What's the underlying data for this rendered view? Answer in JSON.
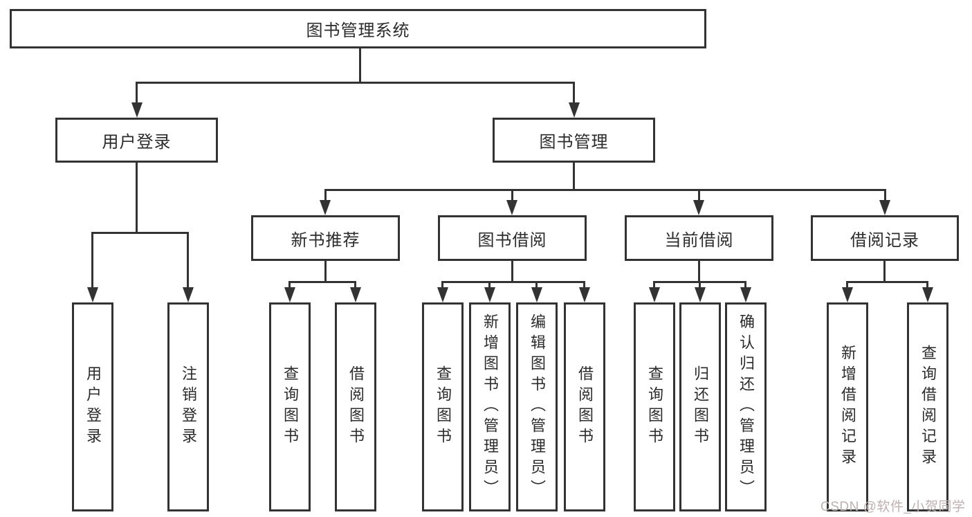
{
  "diagram": {
    "root": {
      "label": "图书管理系统",
      "children": [
        {
          "label": "用户登录",
          "children": [
            {
              "label": "用户登录"
            },
            {
              "label": "注销登录"
            }
          ]
        },
        {
          "label": "图书管理",
          "children": [
            {
              "label": "新书推荐",
              "children": [
                {
                  "label": "查询图书"
                },
                {
                  "label": "借阅图书"
                }
              ]
            },
            {
              "label": "图书借阅",
              "children": [
                {
                  "label": "查询图书"
                },
                {
                  "label": "新增图书（管理员）"
                },
                {
                  "label": "编辑图书（管理员）"
                },
                {
                  "label": "借阅图书"
                }
              ]
            },
            {
              "label": "当前借阅",
              "children": [
                {
                  "label": "查询图书"
                },
                {
                  "label": "归还图书"
                },
                {
                  "label": "确认归还（管理员）"
                }
              ]
            },
            {
              "label": "借阅记录",
              "children": [
                {
                  "label": "新增借阅记录"
                },
                {
                  "label": "查询借阅记录"
                }
              ]
            }
          ]
        }
      ]
    }
  },
  "watermark": {
    "text": "CSDN @软件_小贺同学"
  },
  "colors": {
    "line": "#333333",
    "box_border": "#333333",
    "box_background": "#ffffff",
    "text": "#2b2b2b",
    "watermark": "#bfb0b0",
    "page_background": "#ffffff"
  }
}
